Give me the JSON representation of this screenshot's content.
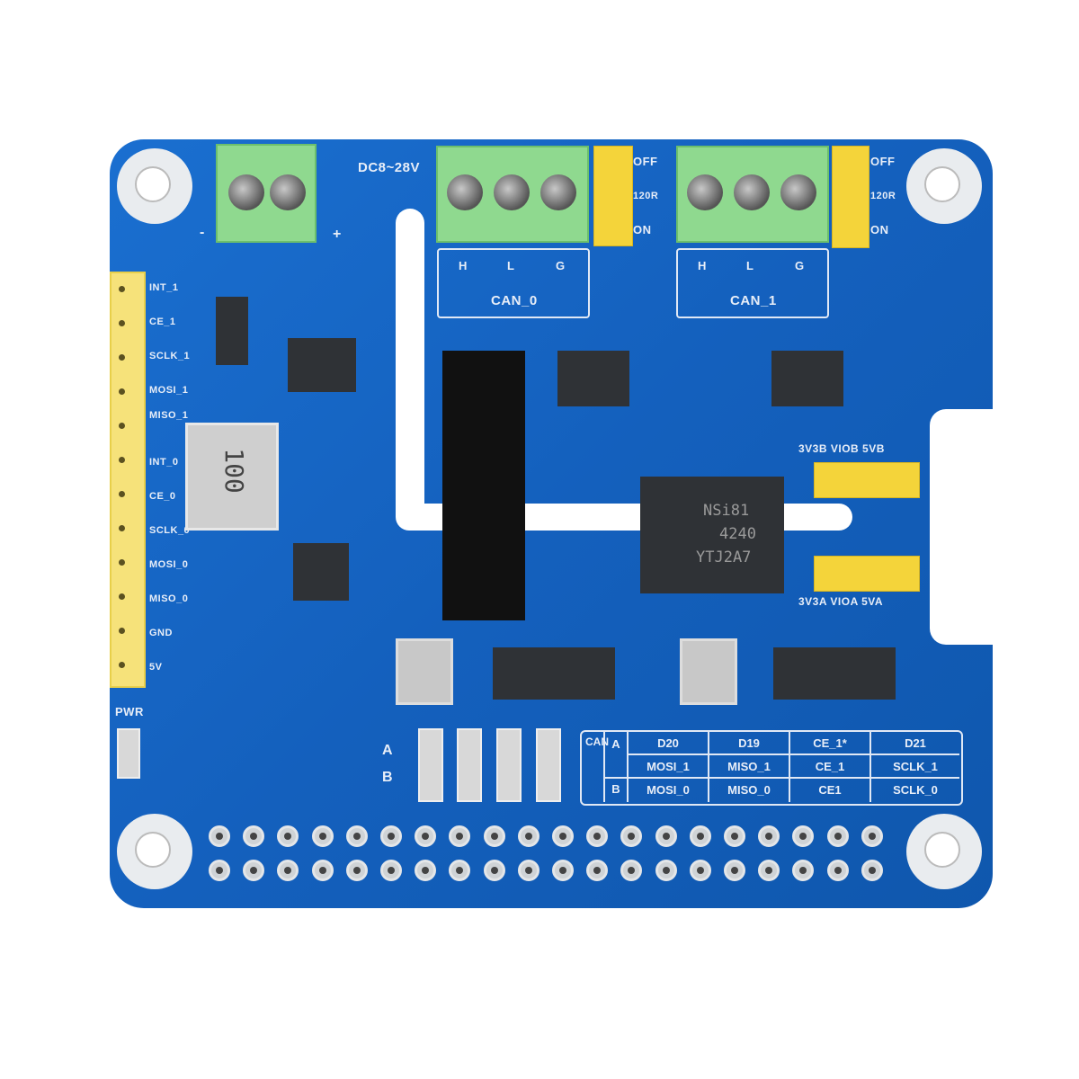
{
  "product": {
    "type": "Raspberry Pi dual isolated CAN bus expansion HAT (PCB product photo)",
    "colors": {
      "pcb": "#1565c0",
      "terminal": "#8fd98f",
      "jumper": "#f4d43a",
      "header": "#f6e27a",
      "background": "#ffffff"
    }
  },
  "power": {
    "label": "DC8~28V",
    "minus": "-",
    "plus": "+"
  },
  "can0": {
    "pins": [
      "H",
      "L",
      "G"
    ],
    "label": "CAN_0",
    "jumper": [
      "OFF",
      "120R",
      "ON"
    ]
  },
  "can1": {
    "pins": [
      "H",
      "L",
      "G"
    ],
    "label": "CAN_1",
    "jumper": [
      "OFF",
      "120R",
      "ON"
    ]
  },
  "header_labels": [
    "INT_1",
    "CE_1",
    "SCLK_1",
    "MOSI_1",
    "MISO_1",
    "INT_0",
    "CE_0",
    "SCLK_0",
    "MOSI_0",
    "MISO_0",
    "GND",
    "5V"
  ],
  "inductor_marking": "100",
  "isolator_chip": {
    "line1": "NSi81",
    "line2": "4240",
    "line3": "YTJ2A7"
  },
  "voltage_jumpers": {
    "top": "3V3B VIOB 5VB",
    "bottom": "3V3A VIOA 5VA"
  },
  "pwr_label": "PWR",
  "selector": {
    "row_a": "A",
    "row_b": "B"
  },
  "pin_table": {
    "side_label": "CAN",
    "row_labels": [
      "A",
      "B"
    ],
    "header": [
      "D20",
      "D19",
      "CE_1*",
      "D21"
    ],
    "rows": [
      [
        "MOSI_1",
        "MISO_1",
        "CE_1",
        "SCLK_1"
      ],
      [
        "MOSI_0",
        "MISO_0",
        "CE1",
        "SCLK_0"
      ]
    ]
  }
}
